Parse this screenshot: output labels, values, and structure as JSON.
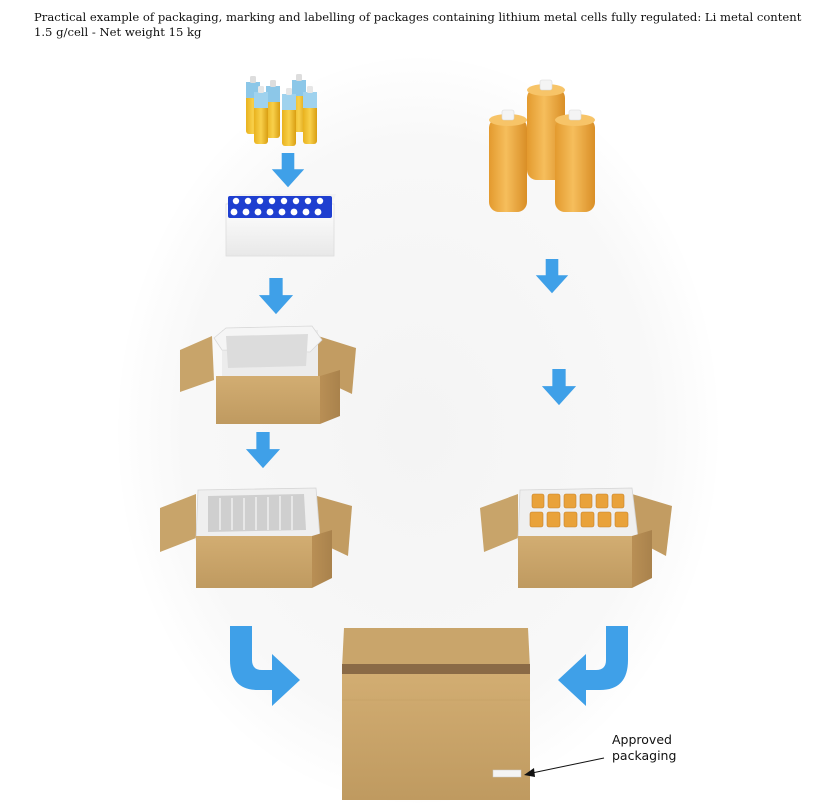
{
  "title": {
    "line1": "Practical example of packaging, marking and labelling of packages containing lithium metal cells fully regulated:  Li metal content",
    "line2": "1.5 g/cell  -  Net weight 15 kg"
  },
  "callout": {
    "line1": "Approved",
    "line2": "packaging"
  },
  "colors": {
    "arrow": "#3fa0e8",
    "cardboard": "#c8a46a",
    "cell_yellow": "#f0b04a",
    "tray_blue": "#1f3fd0",
    "tape": "#8a6a46"
  },
  "icons": [
    "small-cells-icon",
    "cell-tray-icon",
    "large-cells-icon",
    "open-box-icon",
    "open-box-with-tray-icon",
    "open-box-with-cells-icon",
    "closed-package-icon",
    "down-arrow-icon",
    "curved-arrow-icon",
    "label-icon"
  ]
}
